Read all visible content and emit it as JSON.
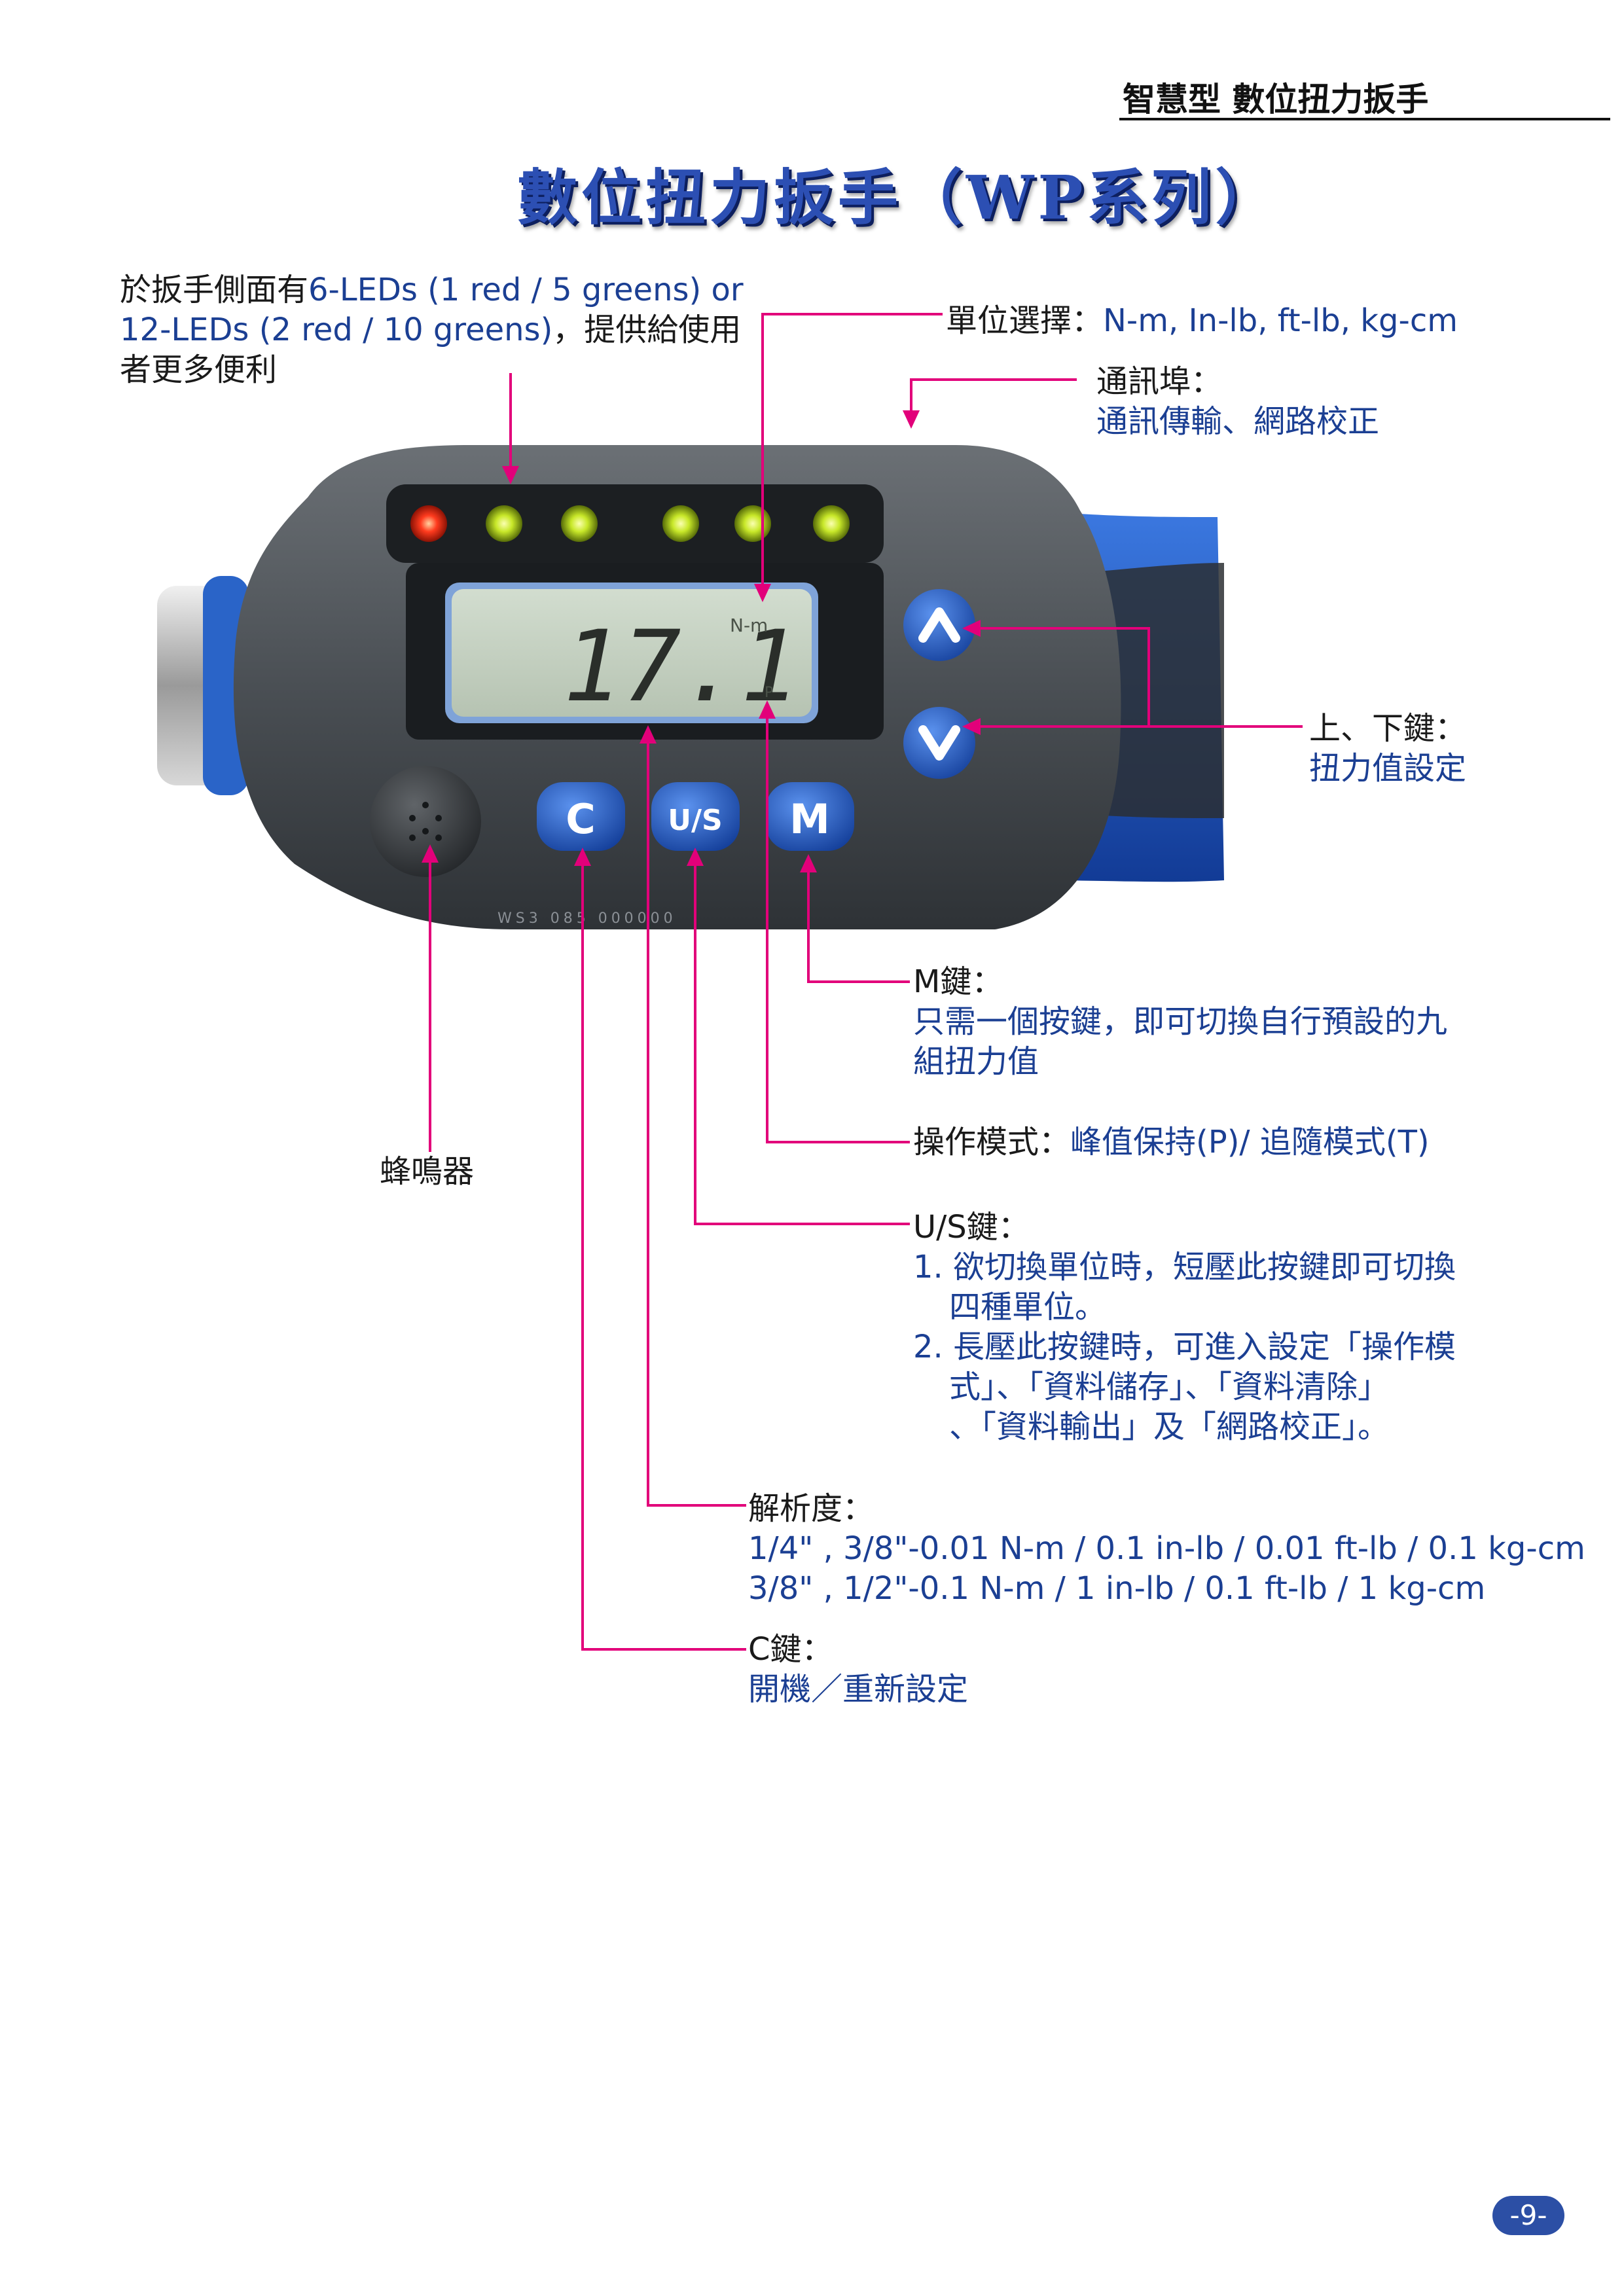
{
  "header": {
    "text": "智慧型 數位扭力扳手"
  },
  "title": "數位扭力扳手（WP系列）",
  "device": {
    "display_value": "17.1",
    "display_unit": "N-m",
    "display_mode": "P",
    "buttons": {
      "c": "C",
      "us": "U/S",
      "m": "M"
    },
    "model_print": "WS3 085 000000",
    "colors": {
      "body": "#4d5256",
      "grip": "#2a63c9",
      "lcd": "#c4d0c0",
      "led_red": "#ff3b1e",
      "led_green": "#c8e829",
      "button": "#2a64c8"
    }
  },
  "callouts": {
    "leds": {
      "prefix": "於扳手側面有",
      "spec1": "6-LEDs (1 red / 5 greens) or",
      "spec2": "12-LEDs (2 red / 10 greens)",
      "suffix2": "，提供給使用",
      "line3": "者更多便利"
    },
    "unit_select": {
      "label": "單位選擇：",
      "value": "N-m, In-lb, ft-lb, kg-cm"
    },
    "comm_port": {
      "label": "通訊埠：",
      "desc": "通訊傳輸、網路校正"
    },
    "updown": {
      "label": "上、下鍵：",
      "desc": "扭力值設定"
    },
    "m_key": {
      "label": "M鍵：",
      "desc1": "只需一個按鍵，即可切換自行預設的九",
      "desc2": "組扭力值"
    },
    "mode": {
      "label": "操作模式：",
      "desc": "峰值保持(P)/ 追隨模式(T)"
    },
    "us_key": {
      "label": "U/S鍵：",
      "d1": "1. 欲切換單位時，短壓此按鍵即可切換",
      "d2": "四種單位。",
      "d3": "2. 長壓此按鍵時，可進入設定「操作模",
      "d4": "式」、「資料儲存」、「資料清除」",
      "d5": "、「資料輸出」及「網路校正」。"
    },
    "resolution": {
      "label": "解析度：",
      "r1": "1/4\" , 3/8\"-0.01 N-m / 0.1 in-lb / 0.01 ft-lb / 0.1 kg-cm",
      "r2": "3/8\" , 1/2\"-0.1 N-m / 1 in-lb / 0.1 ft-lb / 1 kg-cm"
    },
    "c_key": {
      "label": "C鍵：",
      "desc": "開機／重新設定"
    },
    "buzzer": {
      "label": "蜂鳴器"
    }
  },
  "page_number": "-9-"
}
